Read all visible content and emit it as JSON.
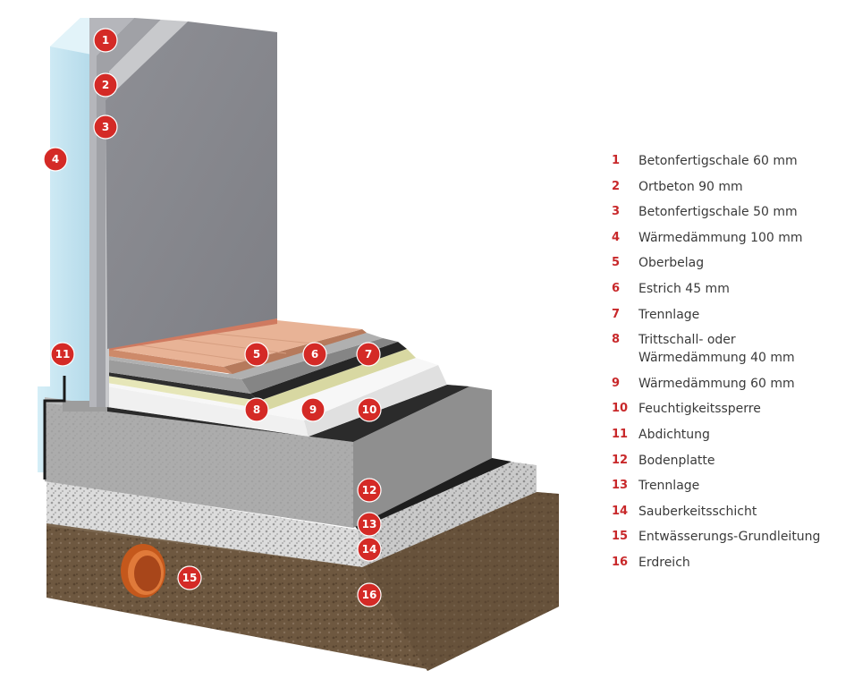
{
  "colors": {
    "marker": "#d42a26",
    "legend_number": "#c8282a",
    "legend_text": "#3a3a3a",
    "insulation_wall": "#c9e6f2",
    "concrete": "#a9a9a9",
    "wall_face": "#8c8d93",
    "tile": "#e4aa8c",
    "screed": "#9c9c9c",
    "separation_layer": "#2f2f2f",
    "impact_insulation": "#e6e6b8",
    "floor_insulation": "#efefef",
    "moisture_barrier": "#2b2b2b",
    "base_slab": "#a2a2a2",
    "blinding_layer": "#dcdcdc",
    "soil": "#6e5840",
    "pipe": "#c4581c"
  },
  "markers": [
    {
      "num": "1"
    },
    {
      "num": "2"
    },
    {
      "num": "3"
    },
    {
      "num": "4"
    },
    {
      "num": "5"
    },
    {
      "num": "6"
    },
    {
      "num": "7"
    },
    {
      "num": "8"
    },
    {
      "num": "9"
    },
    {
      "num": "10"
    },
    {
      "num": "11"
    },
    {
      "num": "12"
    },
    {
      "num": "13"
    },
    {
      "num": "14"
    },
    {
      "num": "15"
    },
    {
      "num": "16"
    }
  ],
  "legend": [
    {
      "num": "1",
      "text": "Betonfertigschale 60 mm"
    },
    {
      "num": "2",
      "text": "Ortbeton 90 mm"
    },
    {
      "num": "3",
      "text": "Betonfertigschale 50 mm"
    },
    {
      "num": "4",
      "text": "Wärmedämmung 100 mm"
    },
    {
      "num": "5",
      "text": "Oberbelag"
    },
    {
      "num": "6",
      "text": "Estrich 45 mm"
    },
    {
      "num": "7",
      "text": "Trennlage"
    },
    {
      "num": "8",
      "text": "Trittschall- oder\nWärmedämmung 40 mm"
    },
    {
      "num": "9",
      "text": "Wärmedämmung 60 mm"
    },
    {
      "num": "10",
      "text": "Feuchtigkeitssperre"
    },
    {
      "num": "11",
      "text": "Abdichtung"
    },
    {
      "num": "12",
      "text": "Bodenplatte"
    },
    {
      "num": "13",
      "text": "Trennlage"
    },
    {
      "num": "14",
      "text": "Sauberkeitsschicht"
    },
    {
      "num": "15",
      "text": "Entwässerungs-Grundleitung"
    },
    {
      "num": "16",
      "text": "Erdreich"
    }
  ]
}
